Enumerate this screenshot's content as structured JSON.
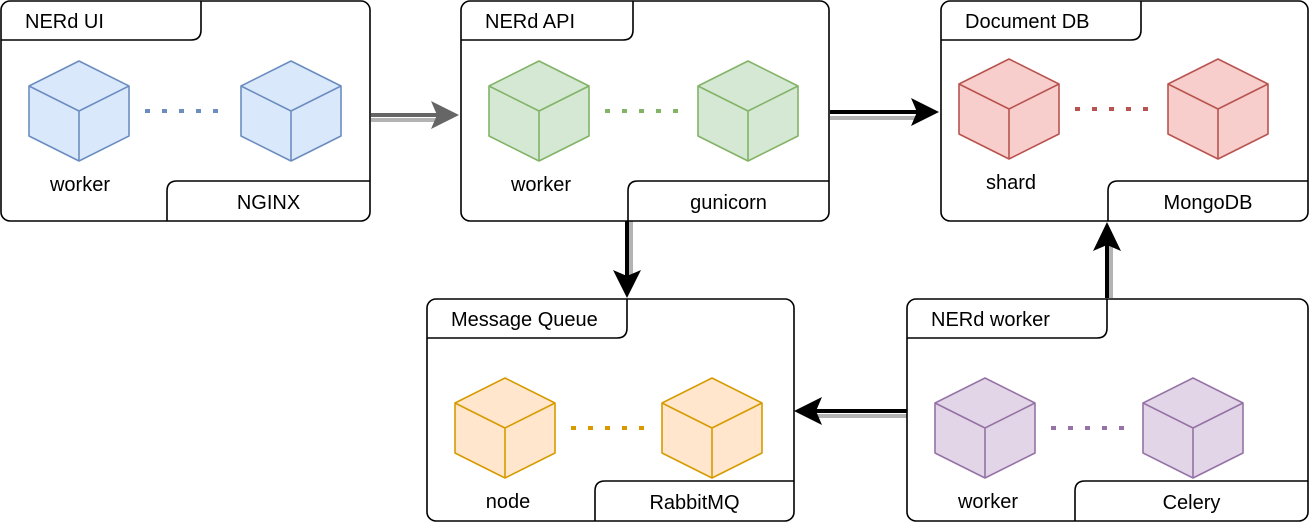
{
  "groups": [
    {
      "id": "nerd-ui",
      "title": "NERd UI",
      "node_label": "worker",
      "tech": "NGINX",
      "color": "blue"
    },
    {
      "id": "nerd-api",
      "title": "NERd API",
      "node_label": "worker",
      "tech": "gunicorn",
      "color": "green"
    },
    {
      "id": "document-db",
      "title": "Document DB",
      "node_label": "shard",
      "tech": "MongoDB",
      "color": "red"
    },
    {
      "id": "message-queue",
      "title": "Message Queue",
      "node_label": "node",
      "tech": "RabbitMQ",
      "color": "orange"
    },
    {
      "id": "nerd-worker",
      "title": "NERd worker",
      "node_label": "worker",
      "tech": "Celery",
      "color": "purple"
    }
  ],
  "connections": [
    {
      "from": "nerd-ui",
      "to": "nerd-api",
      "style": "gray"
    },
    {
      "from": "nerd-api",
      "to": "document-db",
      "style": "black"
    },
    {
      "from": "nerd-api",
      "to": "message-queue",
      "style": "black"
    },
    {
      "from": "nerd-worker",
      "to": "message-queue",
      "style": "black"
    },
    {
      "from": "nerd-worker",
      "to": "document-db",
      "style": "black"
    }
  ],
  "colors": {
    "blue": {
      "fill": "#dae8fc",
      "stroke": "#6c8ebf"
    },
    "green": {
      "fill": "#d5e8d4",
      "stroke": "#82b366"
    },
    "red": {
      "fill": "#f8cecc",
      "stroke": "#b85450"
    },
    "orange": {
      "fill": "#ffe6cc",
      "stroke": "#d79b00"
    },
    "purple": {
      "fill": "#e1d5e7",
      "stroke": "#9673a6"
    },
    "arrow_black": "#000000",
    "arrow_gray": "#666666",
    "arrow_shadow": "#b3b3b3"
  }
}
